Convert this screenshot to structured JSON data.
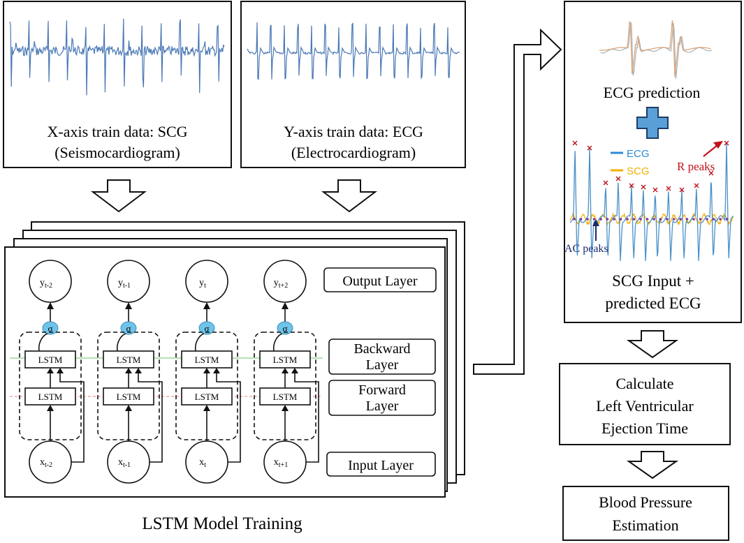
{
  "scg_box": {
    "line1": "X-axis train data: SCG",
    "line2": "(Seismocardiogram)"
  },
  "ecg_box": {
    "line1": "Y-axis train data: ECG",
    "line2": "(Electrocardiogram)"
  },
  "lstm": {
    "caption": "LSTM Model Training",
    "outputs": [
      {
        "base": "y",
        "sub": "t-2"
      },
      {
        "base": "y",
        "sub": "t-1"
      },
      {
        "base": "y",
        "sub": "t"
      },
      {
        "base": "y",
        "sub": "t+2"
      }
    ],
    "inputs": [
      {
        "base": "x",
        "sub": "t-2"
      },
      {
        "base": "x",
        "sub": "t-1"
      },
      {
        "base": "x",
        "sub": "t"
      },
      {
        "base": "x",
        "sub": "t+1"
      }
    ],
    "sigma": "σ",
    "cell_label": "LSTM",
    "layers": {
      "output": "Output Layer",
      "backward_1": "Backward",
      "backward_2": "Layer",
      "forward_1": "Forward",
      "forward_2": "Layer",
      "input": "Input Layer"
    }
  },
  "right": {
    "ecg_prediction": "ECG prediction",
    "legend": {
      "ecg": "ECG",
      "scg": "SCG"
    },
    "r_peaks": "R peaks",
    "ac_peaks": "AC peaks",
    "input_line1": "SCG Input +",
    "input_line2": "predicted  ECG"
  },
  "lvet": {
    "line1": "Calculate",
    "line2": "Left Ventricular",
    "line3": "Ejection Time"
  },
  "bp": {
    "line1": "Blood Pressure",
    "line2": "Estimation"
  },
  "colors": {
    "signal_blue": "#4a78b5",
    "ecg_blue": "#2a8ad8",
    "scg_yellow": "#f2b000",
    "r_peak_red": "#c0121c",
    "ac_peak_navy": "#1a2a6c",
    "sigma_fill": "#6fc3e8",
    "plus_fill": "#5aa0d8",
    "backward_green": "#9ed89a",
    "forward_pink": "#f4a8a8",
    "pred_orange": "#d8a070",
    "pred_gray": "#a8b2b8"
  }
}
